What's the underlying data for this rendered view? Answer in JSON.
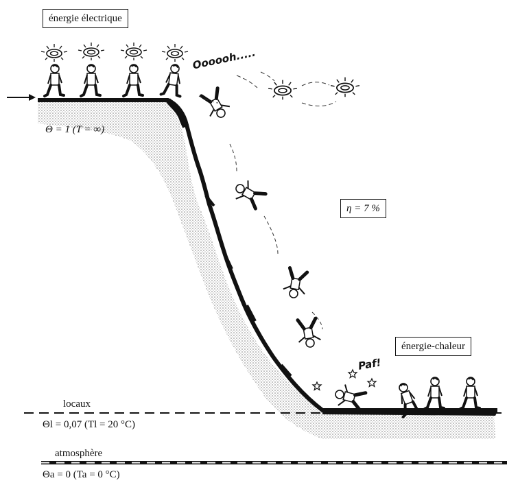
{
  "labels": {
    "electric_energy": "énergie électrique",
    "heat_energy": "énergie-chaleur",
    "efficiency": "η = 7 %",
    "theta_top": "Θ = 1     (T = ∞)",
    "premises": "locaux",
    "theta_premises": "Θl = 0,07 (Tl = 20 °C)",
    "atmosphere": "atmosphère",
    "theta_atmosphere": "Θa = 0 (Ta = 0 °C)",
    "fall_cry": "Oooooh.....",
    "impact": "Paf!"
  }
}
